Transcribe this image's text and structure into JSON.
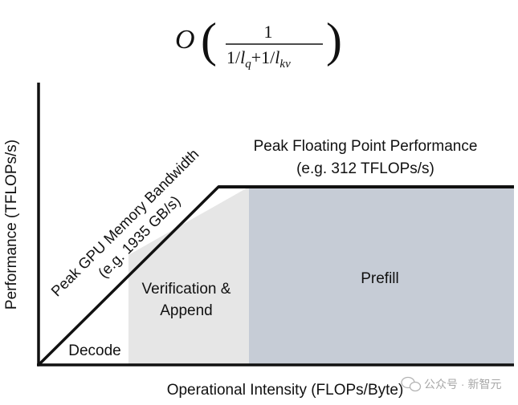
{
  "formula": {
    "big_o": "O",
    "numerator": "1",
    "denominator": {
      "one_a": "1/",
      "l_q_base": "l",
      "l_q_sub": "q",
      "plus": "+",
      "one_b": "1/",
      "l_kv_base": "l",
      "l_kv_sub": "kv"
    }
  },
  "axes": {
    "ylabel": "Performance (TFLOPs/s)",
    "xlabel": "Operational Intensity (FLOPs/Byte)"
  },
  "diagonal_label": {
    "line1": "Peak GPU Memory Bandwidth",
    "line2": "(e.g. 1935 GB/s)"
  },
  "flat_label": {
    "line1": "Peak Floating Point Performance",
    "line2": "(e.g. 312 TFLOPs/s)"
  },
  "regions": {
    "decode": "Decode",
    "verification_line1": "Verification &",
    "verification_line2": "Append",
    "prefill": "Prefill"
  },
  "colors": {
    "verification_fill": "#e6e6e6",
    "prefill_fill": "#c6ccd6",
    "line": "#111111"
  },
  "watermark": {
    "text": "公众号 · 新智元"
  }
}
